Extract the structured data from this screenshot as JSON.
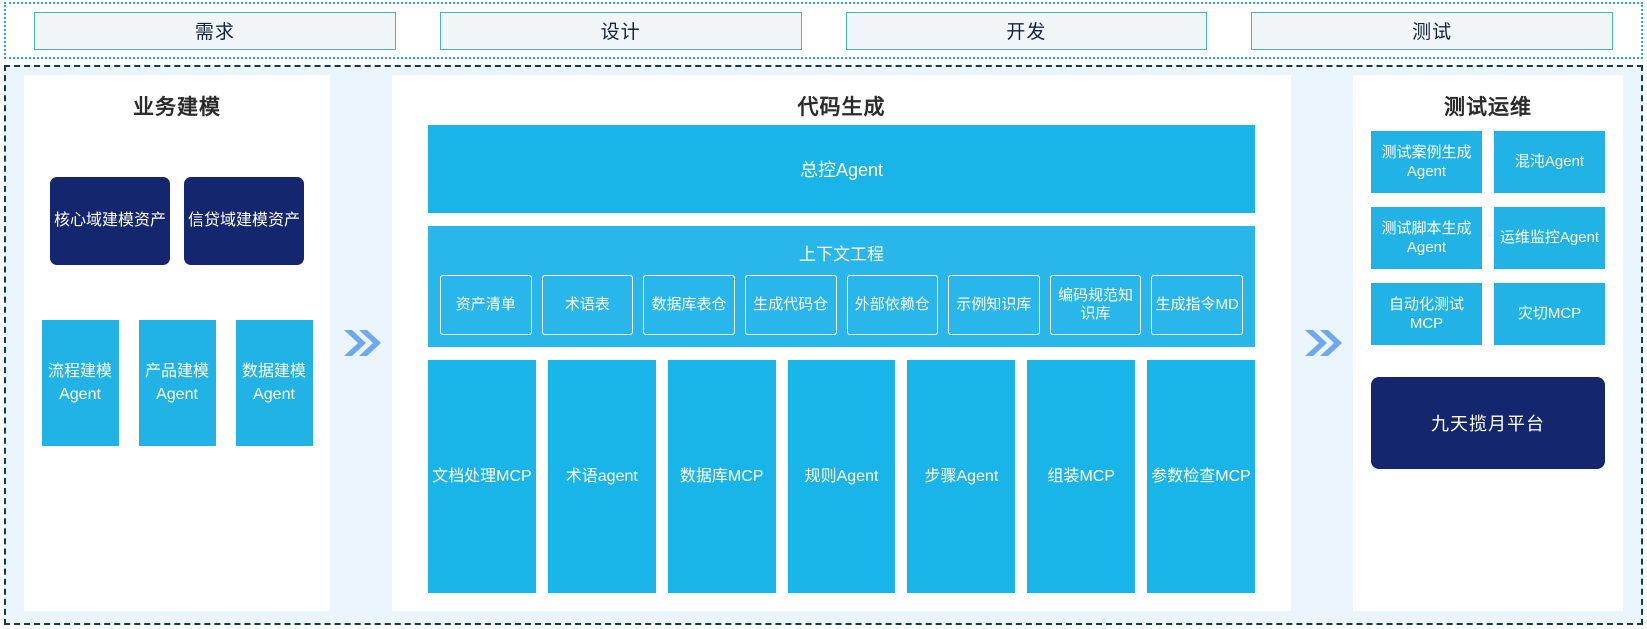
{
  "phases": {
    "tabs": [
      {
        "label": "需求"
      },
      {
        "label": "设计"
      },
      {
        "label": "开发"
      },
      {
        "label": "测试"
      }
    ]
  },
  "colors": {
    "accent_blue": "#1ab5e8",
    "accent_blue_light": "#29b6ea",
    "navy": "#14266d",
    "panel_bg": "#eaf5fd",
    "tab_fill": "#f1f5f8",
    "tab_border": "#45b3d6",
    "dashed_border": "#123a56",
    "chevron": "#6fa8ef"
  },
  "left_panel": {
    "title": "业务建模",
    "assets": [
      {
        "label": "核心域建模资产"
      },
      {
        "label": "信贷域建模资产"
      }
    ],
    "agents": [
      {
        "label": "流程建模Agent"
      },
      {
        "label": "产品建模Agent"
      },
      {
        "label": "数据建模Agent"
      }
    ]
  },
  "center_panel": {
    "title": "代码生成",
    "master_agent": "总控Agent",
    "context": {
      "title": "上下文工程",
      "items": [
        {
          "label": "资产清单"
        },
        {
          "label": "术语表"
        },
        {
          "label": "数据库表仓"
        },
        {
          "label": "生成代码仓"
        },
        {
          "label": "外部依赖仓"
        },
        {
          "label": "示例知识库"
        },
        {
          "label": "编码规范知识库"
        },
        {
          "label": "生成指令MD"
        }
      ]
    },
    "tools": [
      {
        "label": "文档处理MCP"
      },
      {
        "label": "术语agent"
      },
      {
        "label": "数据库MCP"
      },
      {
        "label": "规则Agent"
      },
      {
        "label": "步骤Agent"
      },
      {
        "label": "组装MCP"
      },
      {
        "label": "参数检查MCP"
      }
    ]
  },
  "right_panel": {
    "title": "测试运维",
    "items": [
      {
        "label": "测试案例生成Agent"
      },
      {
        "label": "混沌Agent"
      },
      {
        "label": "测试脚本生成Agent"
      },
      {
        "label": "运维监控Agent"
      },
      {
        "label": "自动化测试MCP"
      },
      {
        "label": "灾切MCP"
      }
    ],
    "platform": "九天揽月平台"
  },
  "separators": {
    "icon": "double-chevron-right-icon"
  }
}
